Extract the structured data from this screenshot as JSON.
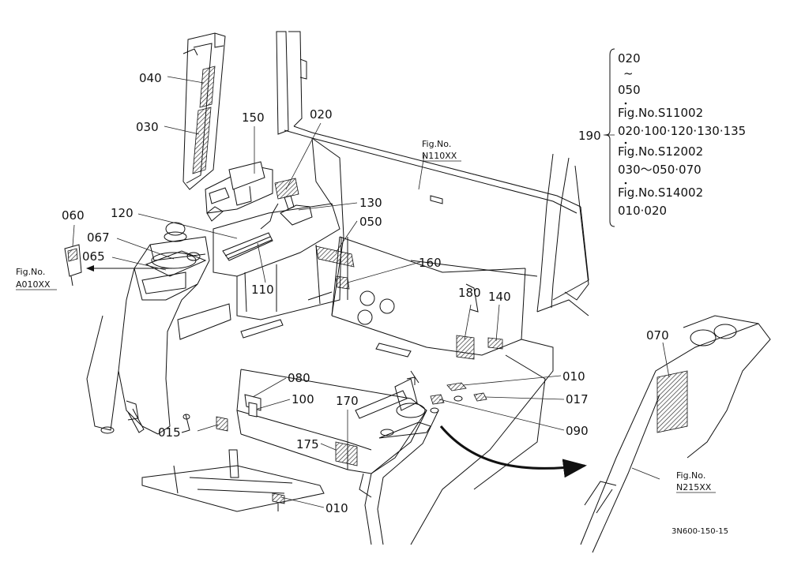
{
  "callouts": {
    "c040": "040",
    "c030": "030",
    "c150": "150",
    "c020": "020",
    "c060": "060",
    "c120": "120",
    "c067": "067",
    "c065": "065",
    "c110": "110",
    "c130": "130",
    "c050": "050",
    "c160": "160",
    "c180": "180",
    "c140": "140",
    "c010a": "010",
    "c017": "017",
    "c090": "090",
    "c080": "080",
    "c100": "100",
    "c170": "170",
    "c015": "015",
    "c175": "175",
    "c010b": "010",
    "c070": "070",
    "c190": "190"
  },
  "figrefs": {
    "a010_label": "Fig.No.",
    "a010_code": "A010XX",
    "n110_label": "Fig.No.",
    "n110_code": "N110XX",
    "n215_label": "Fig.No.",
    "n215_code": "N215XX"
  },
  "legend": {
    "line1": "020",
    "line2": "~",
    "line3": "050",
    "line4": "Fig.No.S11002",
    "line5": "020·100·120·130·135",
    "line6": "Fig.No.S12002",
    "line7": "030～050·070",
    "line8": "Fig.No.S14002",
    "line9": "010·020"
  },
  "diagram_code": "3N600-150-15"
}
